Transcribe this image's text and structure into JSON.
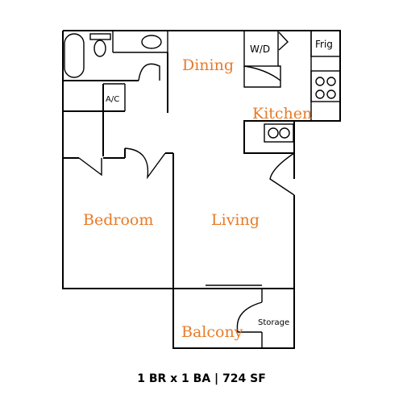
{
  "rooms": {
    "dining": "Dining",
    "kitchen": "Kitchen",
    "bedroom": "Bedroom",
    "living": "Living",
    "balcony": "Balcony"
  },
  "fixtures": {
    "washer_dryer": "W/D",
    "fridge": "Frig",
    "ac": "A/C",
    "storage": "Storage"
  },
  "caption": "1 BR x 1 BA | 724 SF",
  "colors": {
    "room_label": "#e87a28",
    "lines": "#000000"
  }
}
